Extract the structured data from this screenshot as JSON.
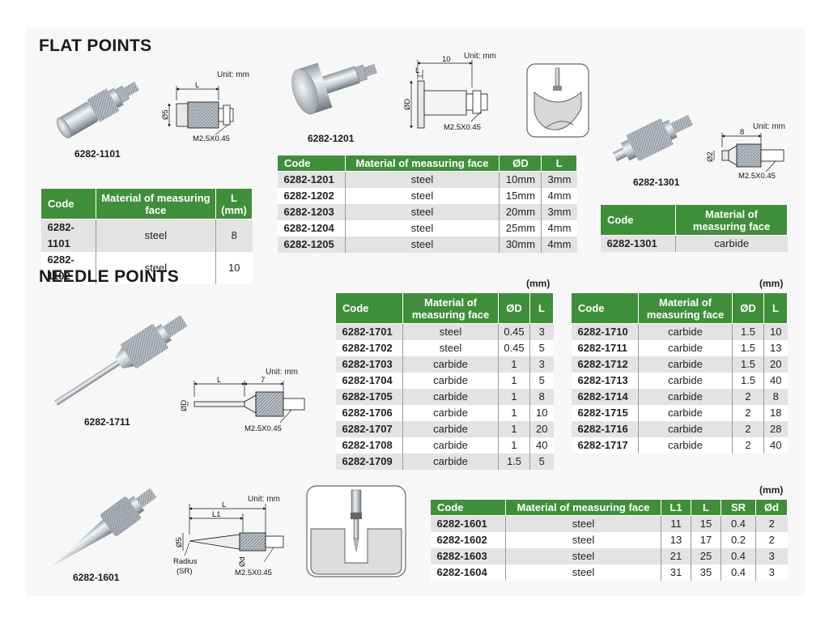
{
  "sections": {
    "flat_points": "FLAT POINTS",
    "needle_points": "NEEDLE POINTS"
  },
  "units": {
    "unit_mm": "Unit: mm",
    "mm": "(mm)"
  },
  "dims": {
    "flat1101": {
      "l": "L",
      "d": "Ø5",
      "thread": "M2.5X0.45"
    },
    "flat1201": {
      "ten": "10",
      "l": "L",
      "d": "ØD",
      "thread": "M2.5X0.45"
    },
    "flat1301": {
      "eight": "8",
      "d": "Ø2",
      "thread": "M2.5X0.45"
    },
    "needle1711": {
      "l": "L",
      "seven": "7",
      "d": "ØD",
      "thread": "M2.5X0.45"
    },
    "cone1601": {
      "l": "L",
      "l1": "L1",
      "d5": "Ø5",
      "dd": "Ød",
      "radius": "Radius",
      "sr": "(SR)",
      "thread": "M2.5X0.45"
    }
  },
  "parts": {
    "p1101": "6282-1101",
    "p1201": "6282-1201",
    "p1301": "6282-1301",
    "p1711": "6282-1711",
    "p1601": "6282-1601"
  },
  "tables": {
    "t1101": {
      "headers": [
        "Code",
        "Material of measuring face",
        "L (mm)"
      ],
      "rows": [
        [
          "6282-1101",
          "steel",
          "8"
        ],
        [
          "6282-1102",
          "steel",
          "10"
        ]
      ]
    },
    "t1201": {
      "headers": [
        "Code",
        "Material of measuring face",
        "ØD",
        "L"
      ],
      "rows": [
        [
          "6282-1201",
          "steel",
          "10mm",
          "3mm"
        ],
        [
          "6282-1202",
          "steel",
          "15mm",
          "4mm"
        ],
        [
          "6282-1203",
          "steel",
          "20mm",
          "3mm"
        ],
        [
          "6282-1204",
          "steel",
          "25mm",
          "4mm"
        ],
        [
          "6282-1205",
          "steel",
          "30mm",
          "4mm"
        ]
      ]
    },
    "t1301": {
      "headers": [
        "Code",
        "Material of measuring face"
      ],
      "rows": [
        [
          "6282-1301",
          "carbide"
        ]
      ]
    },
    "t170x": {
      "headers": [
        "Code",
        "Material of measuring face",
        "ØD",
        "L"
      ],
      "rows": [
        [
          "6282-1701",
          "steel",
          "0.45",
          "3"
        ],
        [
          "6282-1702",
          "steel",
          "0.45",
          "5"
        ],
        [
          "6282-1703",
          "carbide",
          "1",
          "3"
        ],
        [
          "6282-1704",
          "carbide",
          "1",
          "5"
        ],
        [
          "6282-1705",
          "carbide",
          "1",
          "8"
        ],
        [
          "6282-1706",
          "carbide",
          "1",
          "10"
        ],
        [
          "6282-1707",
          "carbide",
          "1",
          "20"
        ],
        [
          "6282-1708",
          "carbide",
          "1",
          "40"
        ],
        [
          "6282-1709",
          "carbide",
          "1.5",
          "5"
        ]
      ]
    },
    "t171x": {
      "headers": [
        "Code",
        "Material of measuring face",
        "ØD",
        "L"
      ],
      "rows": [
        [
          "6282-1710",
          "carbide",
          "1.5",
          "10"
        ],
        [
          "6282-1711",
          "carbide",
          "1.5",
          "13"
        ],
        [
          "6282-1712",
          "carbide",
          "1.5",
          "20"
        ],
        [
          "6282-1713",
          "carbide",
          "1.5",
          "40"
        ],
        [
          "6282-1714",
          "carbide",
          "2",
          "8"
        ],
        [
          "6282-1715",
          "carbide",
          "2",
          "18"
        ],
        [
          "6282-1716",
          "carbide",
          "2",
          "28"
        ],
        [
          "6282-1717",
          "carbide",
          "2",
          "40"
        ]
      ]
    },
    "t160x": {
      "headers": [
        "Code",
        "Material of measuring face",
        "L1",
        "L",
        "SR",
        "Ød"
      ],
      "rows": [
        [
          "6282-1601",
          "steel",
          "11",
          "15",
          "0.4",
          "2"
        ],
        [
          "6282-1602",
          "steel",
          "13",
          "17",
          "0.2",
          "2"
        ],
        [
          "6282-1603",
          "steel",
          "21",
          "25",
          "0.4",
          "3"
        ],
        [
          "6282-1604",
          "steel",
          "31",
          "35",
          "0.4",
          "3"
        ]
      ]
    }
  }
}
